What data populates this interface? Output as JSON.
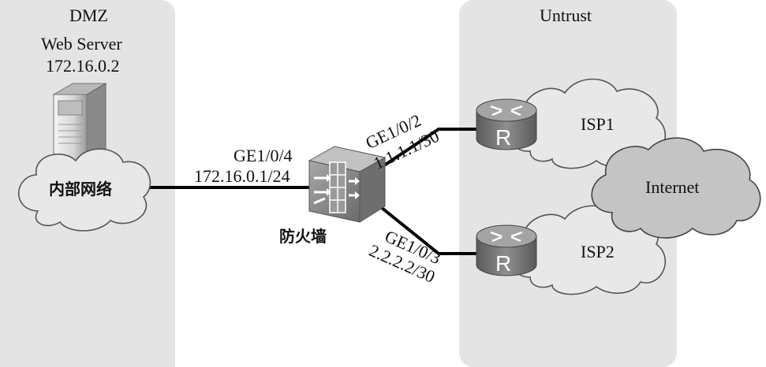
{
  "zones": {
    "dmz": {
      "title": "DMZ"
    },
    "untrust": {
      "title": "Untrust"
    }
  },
  "web_server": {
    "name": "Web Server",
    "ip": "172.16.0.2"
  },
  "internal_network": {
    "label": "内部网络"
  },
  "firewall": {
    "label": "防火墙",
    "ports": {
      "ge104": {
        "name": "GE1/0/4",
        "ip": "172.16.0.1/24"
      },
      "ge102": {
        "name": "GE1/0/2",
        "ip": "1.1.1.1/30"
      },
      "ge103": {
        "name": "GE1/0/3",
        "ip": "2.2.2.2/30"
      }
    }
  },
  "router": {
    "glyph": "R"
  },
  "clouds": {
    "isp1": "ISP1",
    "isp2": "ISP2",
    "internet": "Internet"
  },
  "colors": {
    "zone_fill": "#e4e4e4",
    "cloud_fill": "#e8e8e8",
    "internet_fill": "#c4c4c4",
    "link": "#000000",
    "router_body": "#6f6f6f",
    "firewall_body": "#8a8a8a"
  }
}
